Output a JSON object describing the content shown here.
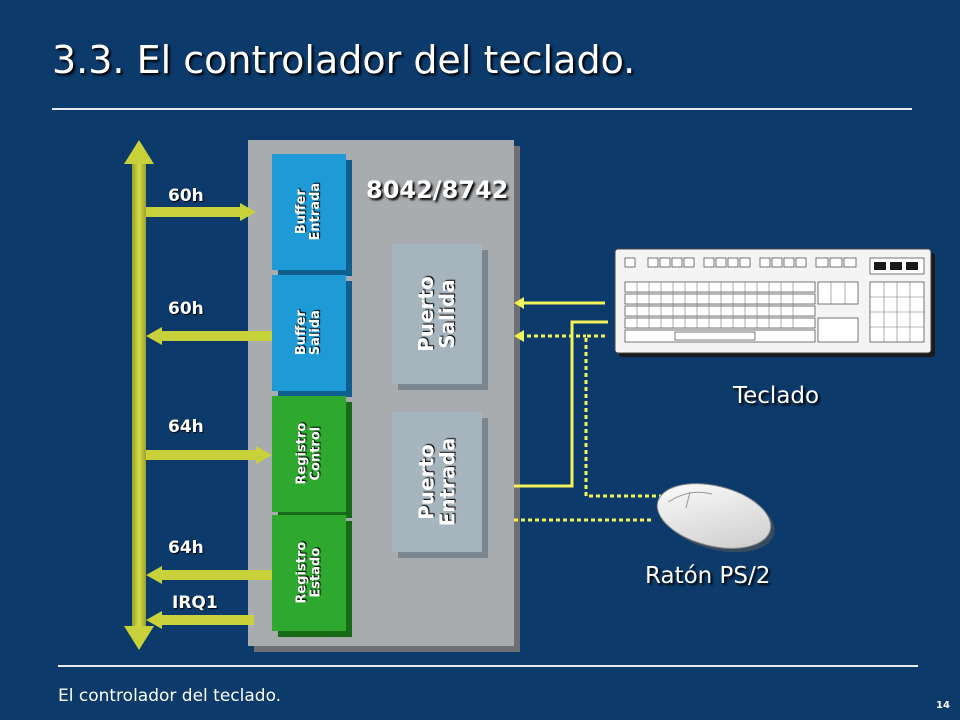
{
  "title": "3.3. El controlador del teclado.",
  "footer": {
    "text": "El controlador del teclado.",
    "page": "14"
  },
  "chip": {
    "label": "8042/8742",
    "registers": [
      {
        "line1": "Buffer",
        "line2": "Entrada"
      },
      {
        "line1": "Buffer",
        "line2": "Salida"
      },
      {
        "line1": "Registro",
        "line2": "Control"
      },
      {
        "line1": "Registro",
        "line2": "Estado"
      }
    ],
    "ports": [
      {
        "line1": "Puerto",
        "line2": "Salida"
      },
      {
        "line1": "Puerto",
        "line2": "Entrada"
      }
    ]
  },
  "bus": {
    "addresses": [
      "60h",
      "60h",
      "64h",
      "64h"
    ],
    "irq": "IRQ1"
  },
  "devices": {
    "keyboard": "Teclado",
    "mouse": "Ratón PS/2"
  },
  "colors": {
    "background": "#0b3a6b",
    "bus": "#c8d03a",
    "register_blue": "#1e9ad6",
    "register_green": "#2ea82e",
    "chip": "#a9acaf",
    "port": "#a6b4be",
    "connection": "#f2f25a"
  }
}
